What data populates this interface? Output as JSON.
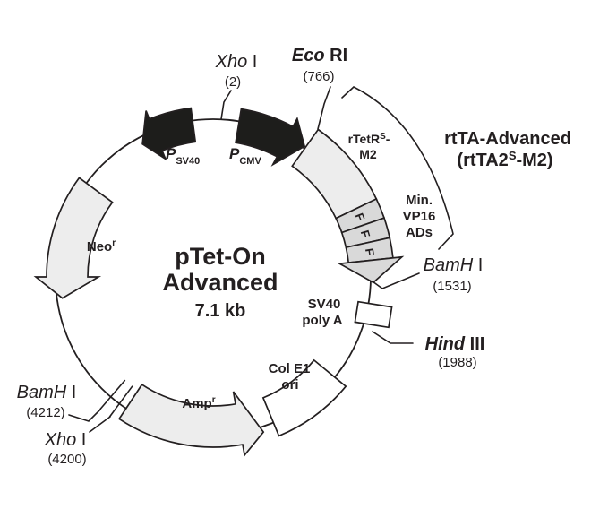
{
  "center": {
    "line1": "pTet-On",
    "line2": "Advanced",
    "line3": "7.1 kb"
  },
  "sites": {
    "xho_top": {
      "gene": "Xho",
      "rest": " I",
      "pos": "(2)"
    },
    "eco": {
      "gene": "Eco",
      "rest": " RI",
      "pos": "(766)"
    },
    "bamh_right": {
      "gene": "BamH",
      "rest": " I",
      "pos": "(1531)"
    },
    "hind": {
      "gene": "Hind",
      "rest": " III",
      "pos": "(1988)"
    },
    "bamh_left": {
      "gene": "BamH",
      "rest": " I",
      "pos": "(4212)"
    },
    "xho_left": {
      "gene": "Xho",
      "rest": " I",
      "pos": "(4200)"
    }
  },
  "features": {
    "neo": {
      "base": "Neo",
      "sup": "r"
    },
    "amp": {
      "base": "Amp",
      "sup": "r"
    },
    "psv40": {
      "p": "P",
      "sub": "SV40"
    },
    "pcmv": {
      "p": "P",
      "sub": "CMV"
    },
    "rtetr": {
      "pre": "rTetR",
      "sup": "S",
      "post": "-",
      "line2": "M2"
    },
    "vp16": {
      "line1": "Min.",
      "line2": "VP16",
      "line3": "ADs"
    },
    "sv40_polya": {
      "line1": "SV40",
      "line2": "poly A"
    },
    "cole1": {
      "line1": "Col E1",
      "line2": "ori"
    },
    "f_repeats": [
      "F",
      "F",
      "F"
    ],
    "rtta_callout": {
      "line1": "rtTA-Advanced",
      "line2_pre": "(rtTA2",
      "line2_sup": "S",
      "line2_post": "-M2)"
    }
  },
  "colors": {
    "ink": "#231f20",
    "promoter_fill": "#1d1d1b",
    "feature_fill": "#ededed",
    "f_fill": "#d9d9d9",
    "white": "#ffffff",
    "background": "#ffffff"
  }
}
